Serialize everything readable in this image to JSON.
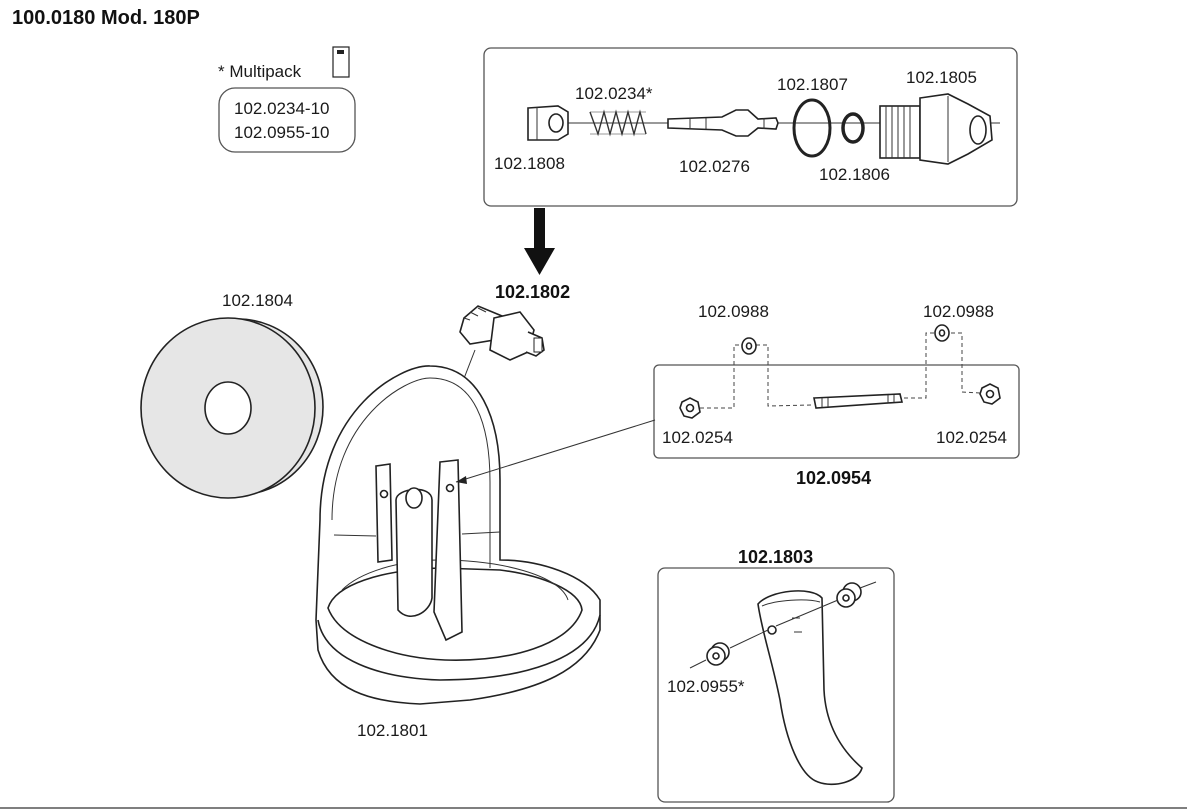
{
  "title": "100.0180 Mod. 180P",
  "multipack": {
    "label": "* Multipack",
    "items": [
      "102.0234-10",
      "102.0955-10"
    ]
  },
  "parts": {
    "p1808": "102.1808",
    "p0234": "102.0234*",
    "p0276": "102.0276",
    "p1807": "102.1807",
    "p1806": "102.1806",
    "p1805": "102.1805",
    "p1802": "102.1802",
    "p1804": "102.1804",
    "p0988_left": "102.0988",
    "p0988_right": "102.0988",
    "p0254_left": "102.0254",
    "p0254_right": "102.0254",
    "p0954": "102.0954",
    "p1803": "102.1803",
    "p0955": "102.0955*",
    "p1801": "102.1801"
  },
  "colors": {
    "line": "#222222",
    "disc_fill": "#e6e6e6",
    "box_border": "#555555"
  }
}
